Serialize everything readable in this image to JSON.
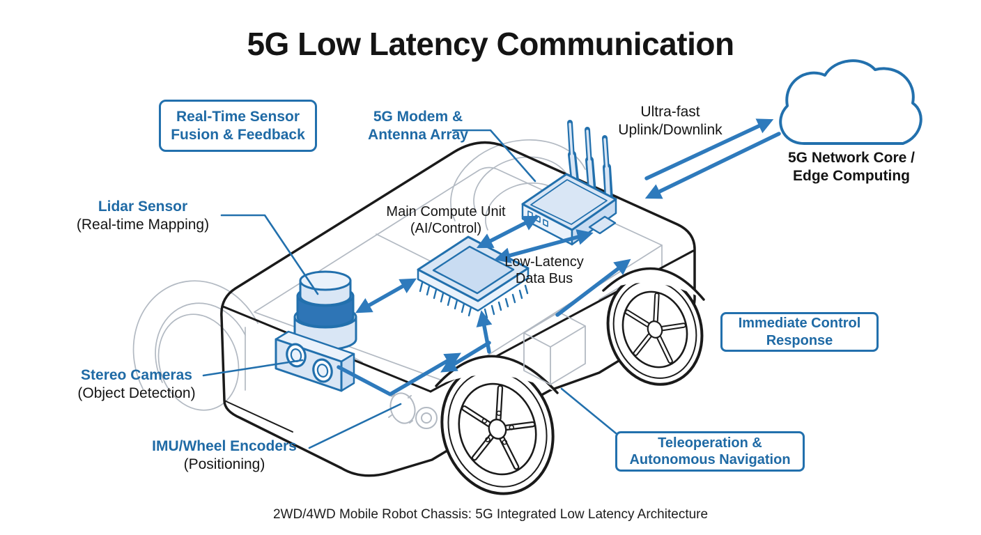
{
  "title": "5G Low Latency Communication",
  "caption": "2WD/4WD Mobile Robot Chassis: 5G Integrated Low Latency Architecture",
  "colors": {
    "accent": "#2270ad",
    "text_blue": "#1f6aa5",
    "arrow": "#2e7abc",
    "fill_light": "#d9e6f5",
    "fill_med": "#c9dcf2",
    "fill_pale": "#eaf2fb",
    "band": "#2e75b6",
    "sketch": "#b2b9c2",
    "outline": "#1a1a1a",
    "text_dark": "#141414"
  },
  "callouts": {
    "sensor_fusion": {
      "line1": "Real-Time Sensor",
      "line2": "Fusion & Feedback"
    },
    "immediate_control": {
      "line1": "Immediate Control",
      "line2": "Response"
    },
    "teleoperation": {
      "line1": "Teleoperation &",
      "line2": "Autonomous Navigation"
    }
  },
  "labels": {
    "modem": {
      "line1": "5G Modem &",
      "line2": "Antenna Array"
    },
    "uplink": {
      "line1": "Ultra-fast",
      "line2": "Uplink/Downlink"
    },
    "network_core": {
      "line1": "5G Network Core /",
      "line2": "Edge Computing"
    },
    "lidar": {
      "name": "Lidar Sensor",
      "sub": "(Real-time Mapping)"
    },
    "compute": {
      "line1": "Main Compute Unit",
      "line2": "(AI/Control)"
    },
    "data_bus": {
      "line1": "Low-Latency",
      "line2": "Data Bus"
    },
    "stereo": {
      "name": "Stereo Cameras",
      "sub": "(Object Detection)"
    },
    "imu": {
      "name": "IMU/Wheel Encoders",
      "sub": "(Positioning)"
    }
  },
  "graphics": {
    "cloud": "cloud-icon",
    "robot": "mobile-robot-chassis-drawing",
    "lidar": "lidar-sensor-graphic",
    "stereo_camera": "stereo-camera-graphic",
    "compute_chip": "compute-chip-graphic",
    "modem": "5g-modem-antenna-graphic",
    "wheels": "wheel-graphic",
    "uplink_arrow": "uplink-arrow",
    "downlink_arrow": "downlink-arrow",
    "data_bus_arrows": "data-bus-arrows"
  }
}
